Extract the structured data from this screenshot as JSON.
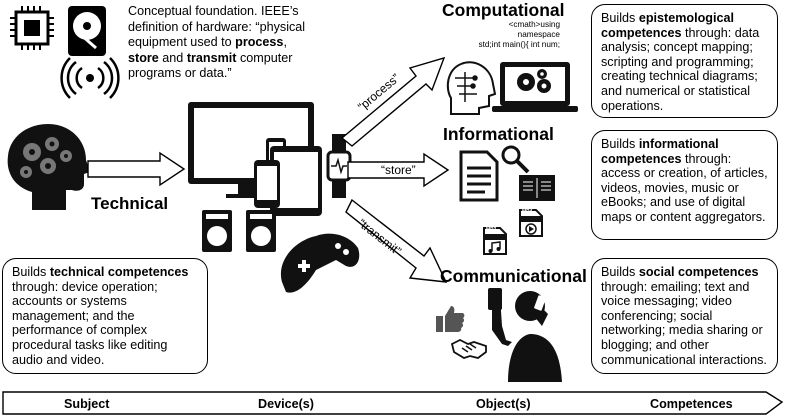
{
  "foundation": {
    "line1": "Conceptual foundation. IEEE’s",
    "line2": "definition of hardware: “physical",
    "line3_pre": "equipment used to ",
    "line3_bold": "process",
    "line3_post": ",",
    "line4_bold1": "store",
    "line4_mid": " and ",
    "line4_bold2": "transmit",
    "line4_post": " computer",
    "line5": "programs or data.”"
  },
  "subject": {
    "label": "Technical",
    "box": {
      "pre": "Builds ",
      "bold": "technical competences",
      "lines": [
        "through: device operation;",
        "accounts or systems",
        "management; and the",
        "performance of complex",
        "procedural tasks like editing",
        "audio and video."
      ]
    }
  },
  "arrows": {
    "process": "“process”",
    "store": "“store”",
    "transmit": "“transmit”"
  },
  "objects": {
    "computational": {
      "title": "Computational",
      "code": [
        "<cmath>using",
        "namespace",
        "std;int main(){  int num;"
      ]
    },
    "informational": {
      "title": "Informational",
      "file_labels": [
        "MP3",
        "MP4"
      ]
    },
    "communicational": {
      "title": "Communicational"
    }
  },
  "competences": {
    "epistemological": {
      "pre": "Builds ",
      "bold": "epistemological competences",
      "lines": [
        "through: data",
        "analysis; concept mapping;",
        "scripting and programming;",
        "creating technical diagrams;",
        "and numerical or statistical",
        "operations."
      ]
    },
    "informational": {
      "pre": "Builds ",
      "bold": "informational competences",
      "lines": [
        "through:",
        "access or creation, of articles,",
        "videos, movies, music or",
        "eBooks; and use of digital",
        "maps or content aggregators."
      ]
    },
    "social": {
      "pre": "Builds ",
      "bold": "social competences",
      "lines": [
        "through: emailing; text and",
        "voice messaging; video",
        "conferencing; social",
        "networking; media sharing or",
        "blogging; and other",
        "communicational interactions."
      ]
    }
  },
  "axis": {
    "labels": [
      "Subject",
      "Device(s)",
      "Object(s)",
      "Competences"
    ]
  }
}
